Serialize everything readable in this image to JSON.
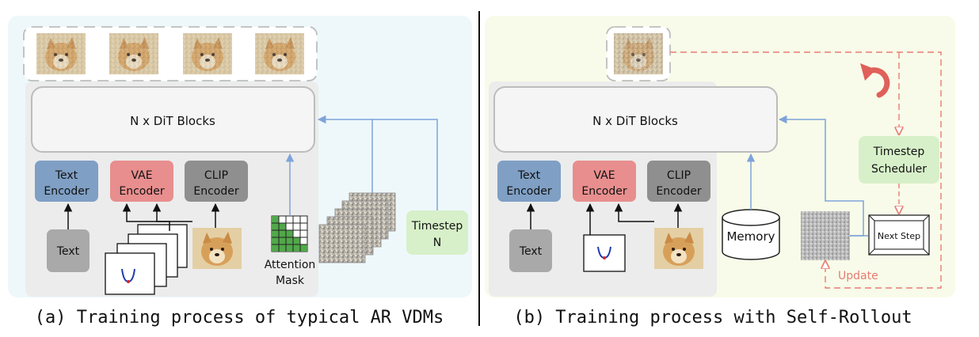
{
  "left": {
    "dit_label": "N x DiT Blocks",
    "text_encoder": [
      "Text",
      "Encoder"
    ],
    "vae_encoder": [
      "VAE",
      "Encoder"
    ],
    "clip_encoder": [
      "CLIP",
      "Encoder"
    ],
    "text_input": "Text",
    "attention_mask": [
      "Attention",
      "Mask"
    ],
    "timestep": [
      "Timestep",
      "N"
    ],
    "caption": "(a) Training process of typical AR VDMs"
  },
  "right": {
    "dit_label": "N x DiT Blocks",
    "text_encoder": [
      "Text",
      "Encoder"
    ],
    "vae_encoder": [
      "VAE",
      "Encoder"
    ],
    "clip_encoder": [
      "CLIP",
      "Encoder"
    ],
    "text_input": "Text",
    "memory": "Memory",
    "timestep_scheduler": [
      "Timestep",
      "Scheduler"
    ],
    "next_step": "Next Step",
    "update": "Update",
    "caption": "(b) Training process with Self-Rollout"
  },
  "colors": {
    "text_encoder": "#7f9fc4",
    "vae_encoder": "#e88e8e",
    "clip_encoder": "#8f8f8f",
    "text_box": "#a9a9a9",
    "green_box": "#d7f0c9",
    "panel_a_bg": "#eef8fb",
    "panel_b_bg": "#f8fbe9",
    "arrow_blue": "#7ea3d9",
    "dashed_red": "#e87c73"
  }
}
